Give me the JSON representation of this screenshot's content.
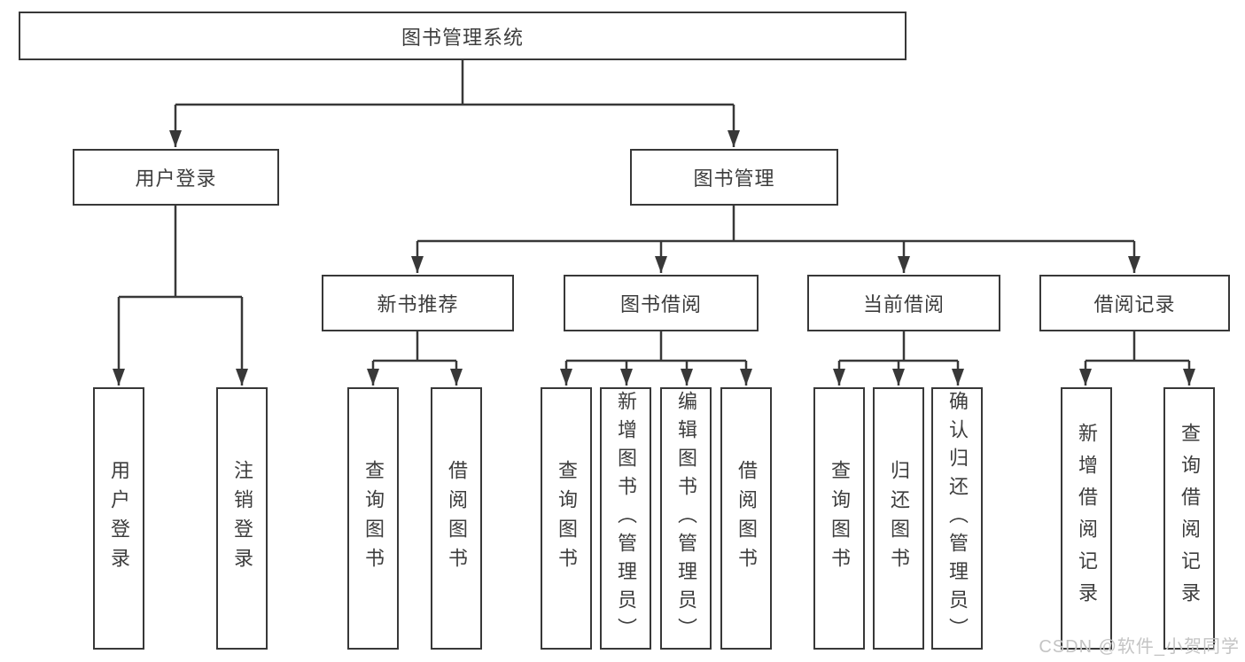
{
  "diagram": {
    "title": "图书管理系统",
    "root": {
      "label": "图书管理系统"
    },
    "level2": {
      "user_login": {
        "label": "用户登录"
      },
      "book_mgmt": {
        "label": "图书管理"
      }
    },
    "level3": {
      "new_book": {
        "label": "新书推荐"
      },
      "borrow": {
        "label": "图书借阅"
      },
      "current": {
        "label": "当前借阅"
      },
      "record": {
        "label": "借阅记录"
      }
    },
    "leaves": {
      "user_login_1": "用户登录",
      "user_login_2": "注销登录",
      "new_book_1": "查询图书",
      "new_book_2": "借阅图书",
      "borrow_1": "查询图书",
      "borrow_2": "新增图书（管理员）",
      "borrow_3": "编辑图书（管理员）",
      "borrow_4": "借阅图书",
      "current_1": "查询图书",
      "current_2": "归还图书",
      "current_3": "确认归还（管理员）",
      "record_1": "新增借阅记录",
      "record_2": "查询借阅记录"
    },
    "colors": {
      "line": "#383838",
      "text": "#3d3d3d",
      "box_fill": "#ffffff",
      "watermark": "#c4c4c4"
    }
  },
  "watermark": {
    "text": "CSDN @软件_小贺同学"
  }
}
